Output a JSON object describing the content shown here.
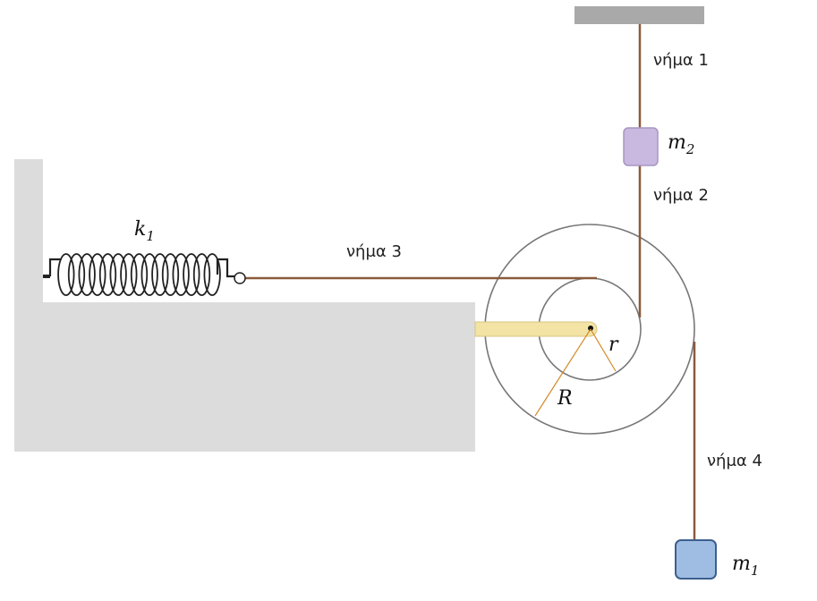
{
  "labels": {
    "thread1": "νήμα 1",
    "thread2": "νήμα 2",
    "thread3": "νήμα 3",
    "thread4": "νήμα 4",
    "spring_k": "k",
    "spring_sub": "1",
    "mass2_m": "m",
    "mass2_sub": "2",
    "mass1_m": "m",
    "mass1_sub": "1",
    "big_radius": "R",
    "small_radius": "r"
  },
  "colors": {
    "string": "#8b5a3c",
    "ceiling": "#a9a9a9",
    "wall": "#dcdcdc",
    "mass2_fill": "#c9b8df",
    "mass2_stroke": "#a896c2",
    "mass1_fill": "#9fbde3",
    "mass1_stroke": "#3d5f8e",
    "axle_fill": "#f3e4a6",
    "axle_stroke": "#d8c57c",
    "radius_line": "#d38a2a",
    "pulley_stroke": "#777777"
  }
}
